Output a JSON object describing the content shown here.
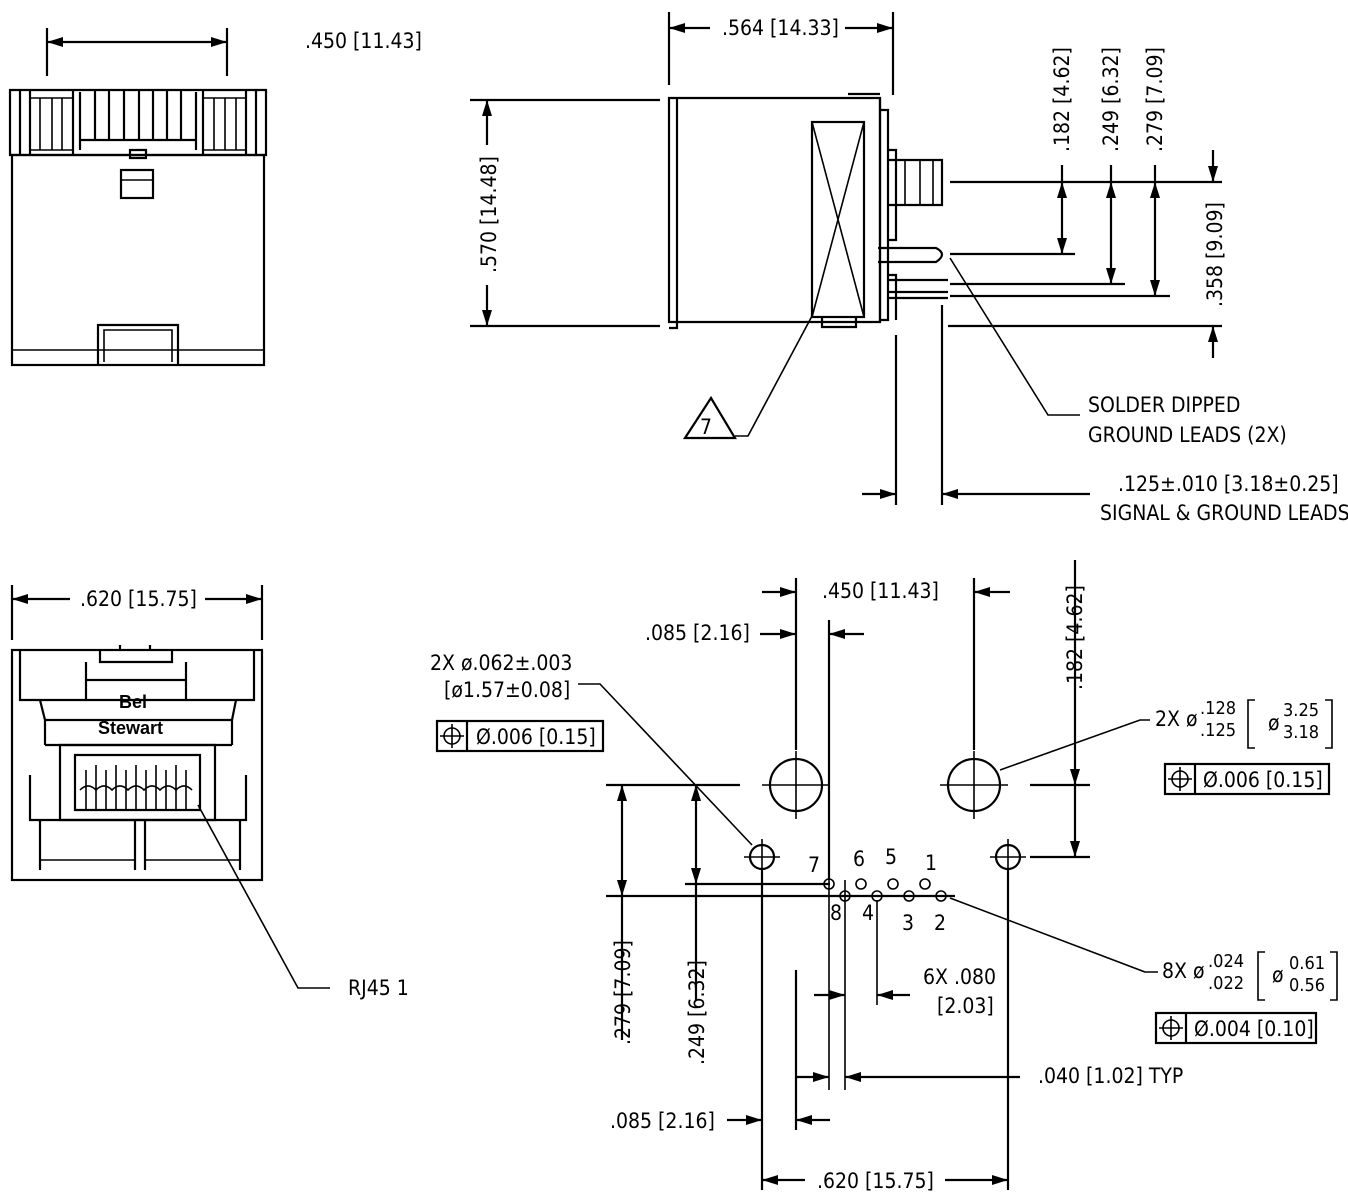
{
  "views": {
    "top": {
      "width_dim": ".450 [11.43]"
    },
    "side": {
      "width_dim": ".564 [14.33]",
      "height_dim": ".570 [14.48]",
      "lead_offset_1": ".182 [4.62]",
      "lead_offset_2": ".249 [6.32]",
      "lead_offset_3": ".279 [7.09]",
      "lead_span": ".358 [9.09]",
      "note_flag": "7",
      "callout_line1": "SOLDER DIPPED",
      "callout_line2": "GROUND LEADS (2X)",
      "lead_length_line1": ".125±.010 [3.18±0.25]",
      "lead_length_line2": "SIGNAL & GROUND LEADS"
    },
    "front": {
      "width_dim": ".620 [15.75]",
      "logo_line1": "Bel",
      "logo_line2": "Stewart",
      "label": "RJ45 1"
    },
    "footprint": {
      "top_width": ".450 [11.43]",
      "top_offset": ".085 [2.16]",
      "right_height": ".182 [4.62]",
      "small_hole_line1": "2X ø.062±.003",
      "small_hole_line2": "[ø1.57±0.08]",
      "small_hole_tol": "Ø.006 [0.15]",
      "large_hole_prefix": "2X ø",
      "large_hole_upper": ".128",
      "large_hole_lower": ".125",
      "large_hole_mm_upper": "3.25",
      "large_hole_mm_lower": "3.18",
      "large_hole_mm_prefix": "ø",
      "large_hole_tol": "Ø.006 [0.15]",
      "pin_numbers": [
        "7",
        "6",
        "5",
        "1",
        "8",
        "4",
        "3",
        "2"
      ],
      "pin_prefix": "8X ø",
      "pin_upper": ".024",
      "pin_lower": ".022",
      "pin_mm_upper": "0.61",
      "pin_mm_lower": "0.56",
      "pin_mm_prefix": "ø",
      "pin_tol": "Ø.004 [0.10]",
      "pitch_line1": "6X .080",
      "pitch_line2": "[2.03]",
      "row_offset": ".040 [1.02] TYP",
      "left_dim_1": ".279 [7.09]",
      "left_dim_2": ".249 [6.32]",
      "bottom_offset": ".085 [2.16]",
      "bottom_width": ".620 [15.75]"
    }
  }
}
